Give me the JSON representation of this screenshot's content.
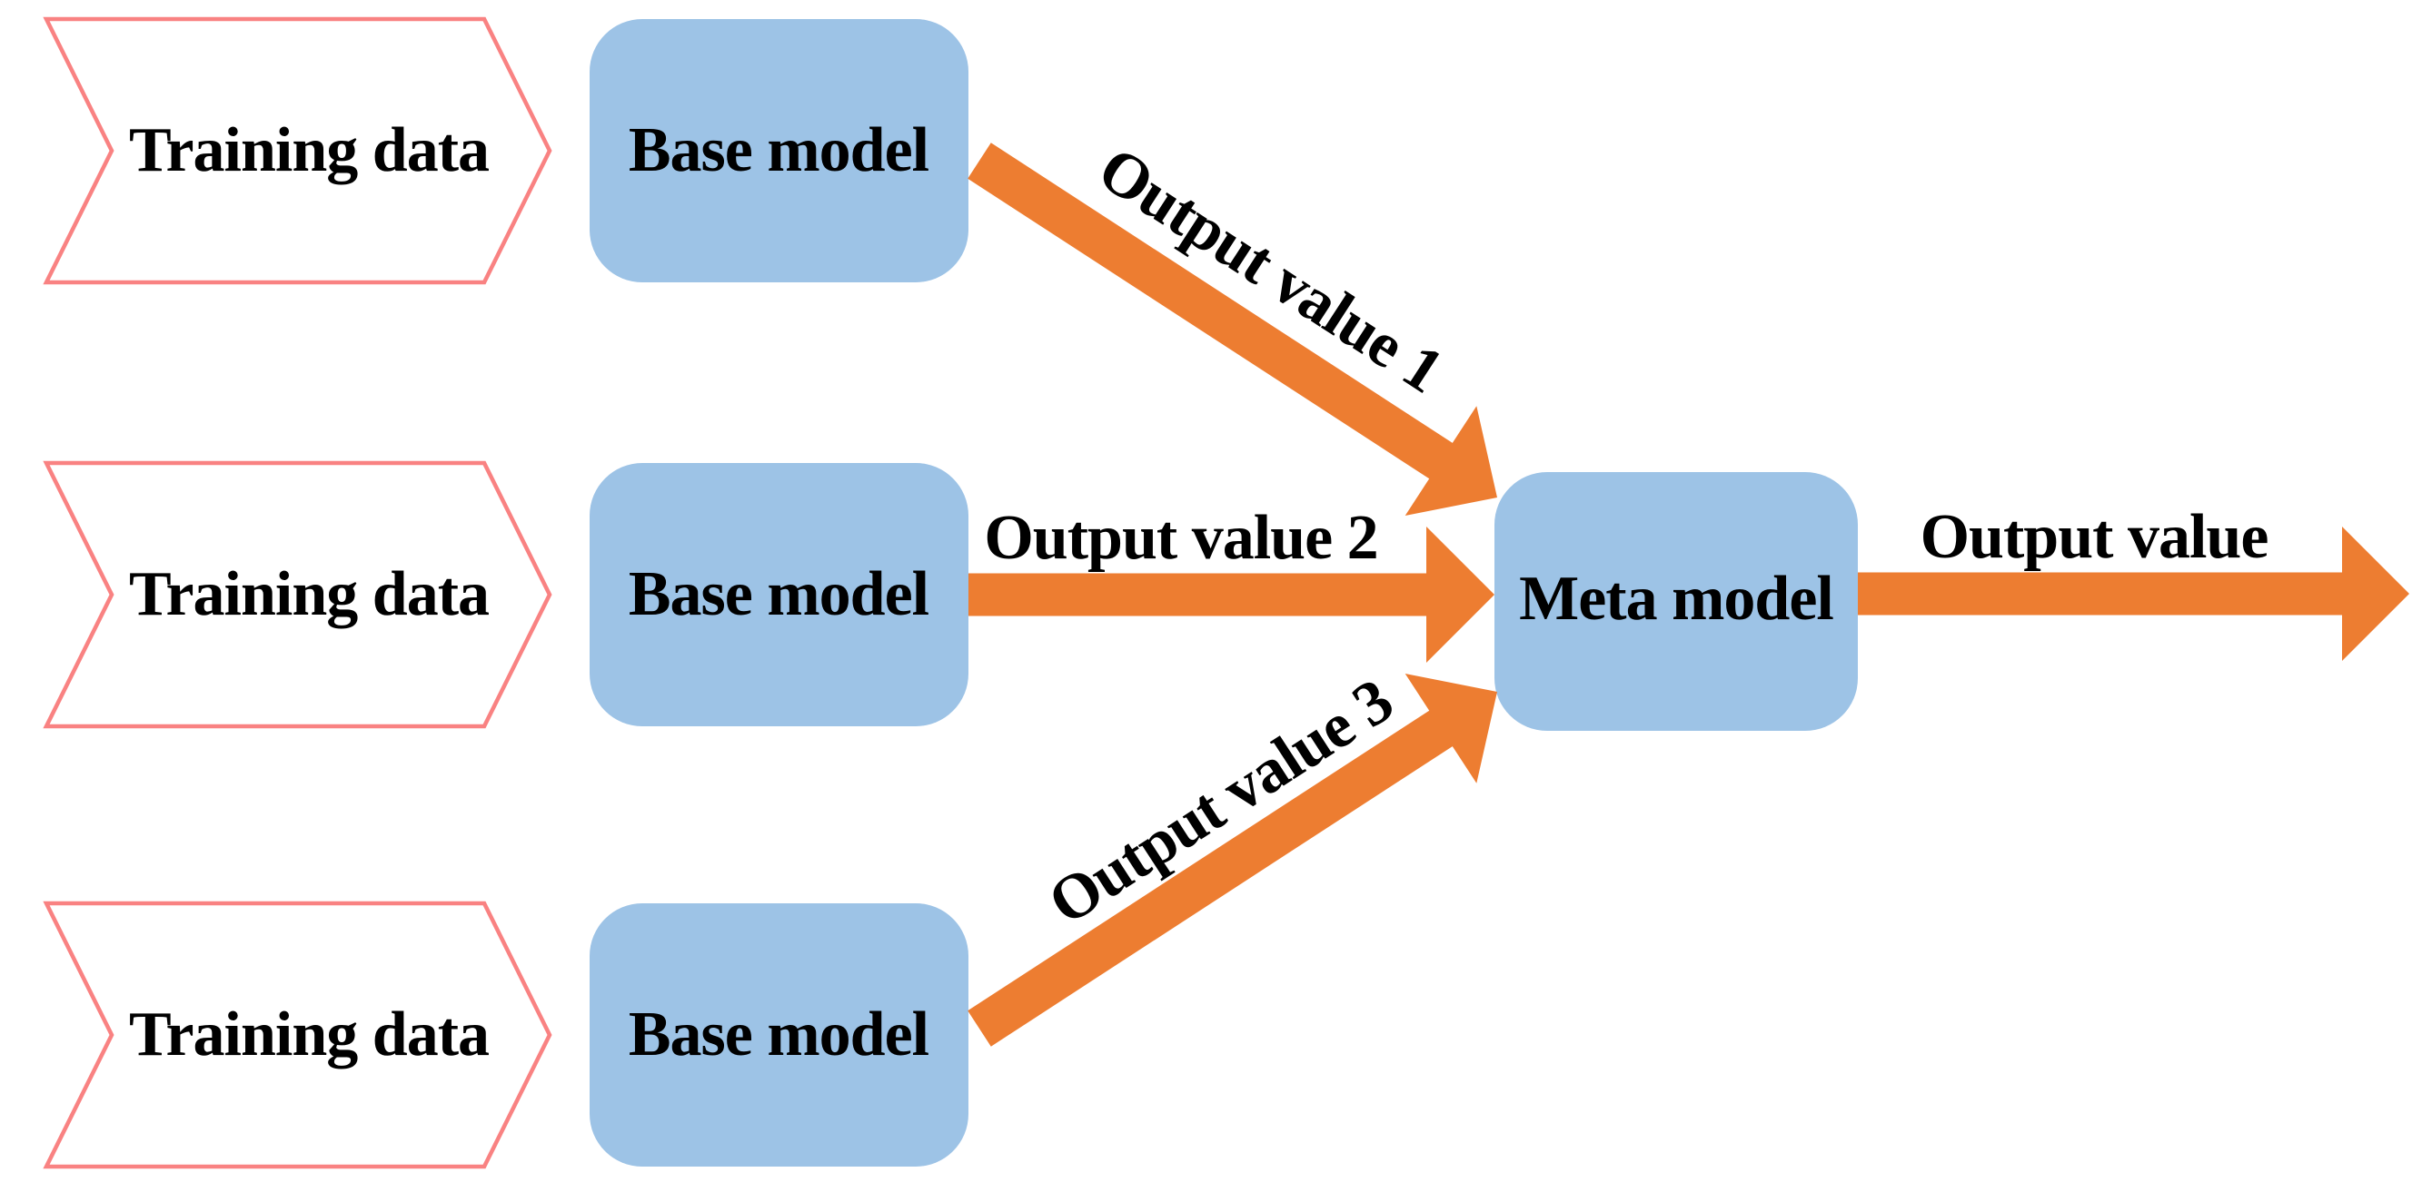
{
  "diagram": {
    "title_semantic": "stacking-ensemble-model-flow",
    "colors": {
      "background": "#ffffff",
      "box_fill": "#9DC3E6",
      "arrow_fill": "#ED7D31",
      "chevron_fill": "#ffffff",
      "chevron_stroke": "#F98282",
      "text": "#000000"
    },
    "rows": [
      {
        "training_label": "Training data",
        "base_label": "Base model"
      },
      {
        "training_label": "Training data",
        "base_label": "Base model"
      },
      {
        "training_label": "Training data",
        "base_label": "Base model"
      }
    ],
    "meta": {
      "label": "Meta model"
    },
    "arrows": [
      {
        "id": "output-1",
        "label": "Output value 1"
      },
      {
        "id": "output-2",
        "label": "Output value 2"
      },
      {
        "id": "output-3",
        "label": "Output value 3"
      },
      {
        "id": "final-output",
        "label": "Output value"
      }
    ]
  }
}
